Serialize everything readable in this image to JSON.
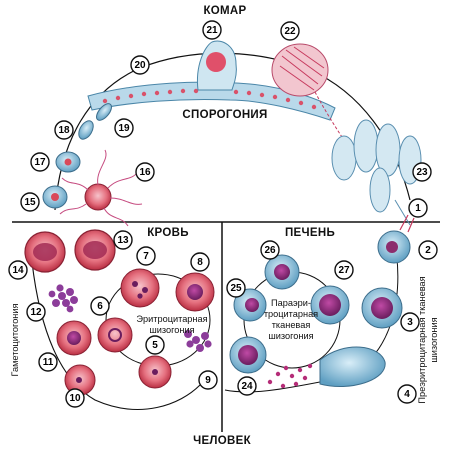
{
  "labels": {
    "mosquito": "КОМАР",
    "sporogony": "СПОРОГОНИЯ",
    "blood": "КРОВЬ",
    "liver": "ПЕЧЕНЬ",
    "human": "ЧЕЛОВЕК",
    "gametocytogony": "Гаметоцитогония",
    "erythrocytic": [
      "Эритроцитарная",
      "шизогония"
    ],
    "paraerythrocytic": [
      "Параэри-",
      "троцитарная",
      "тканевая",
      "шизогония"
    ],
    "preerythrocytic": [
      "Преэритроцитарная тканевая",
      "шизогония"
    ]
  },
  "stage_numbers": [
    "1",
    "2",
    "3",
    "4",
    "5",
    "6",
    "7",
    "8",
    "9",
    "10",
    "11",
    "12",
    "13",
    "14",
    "15",
    "16",
    "17",
    "18",
    "19",
    "20",
    "21",
    "22",
    "23",
    "24",
    "25",
    "26",
    "27"
  ],
  "colors": {
    "cell_red": "#d94a5a",
    "cell_pink": "#f1a7b4",
    "parasite_purple": "#7b2a7c",
    "liver_blue": "#7fb8d6",
    "gut_blue": "#9cc7de",
    "line": "#111111"
  }
}
